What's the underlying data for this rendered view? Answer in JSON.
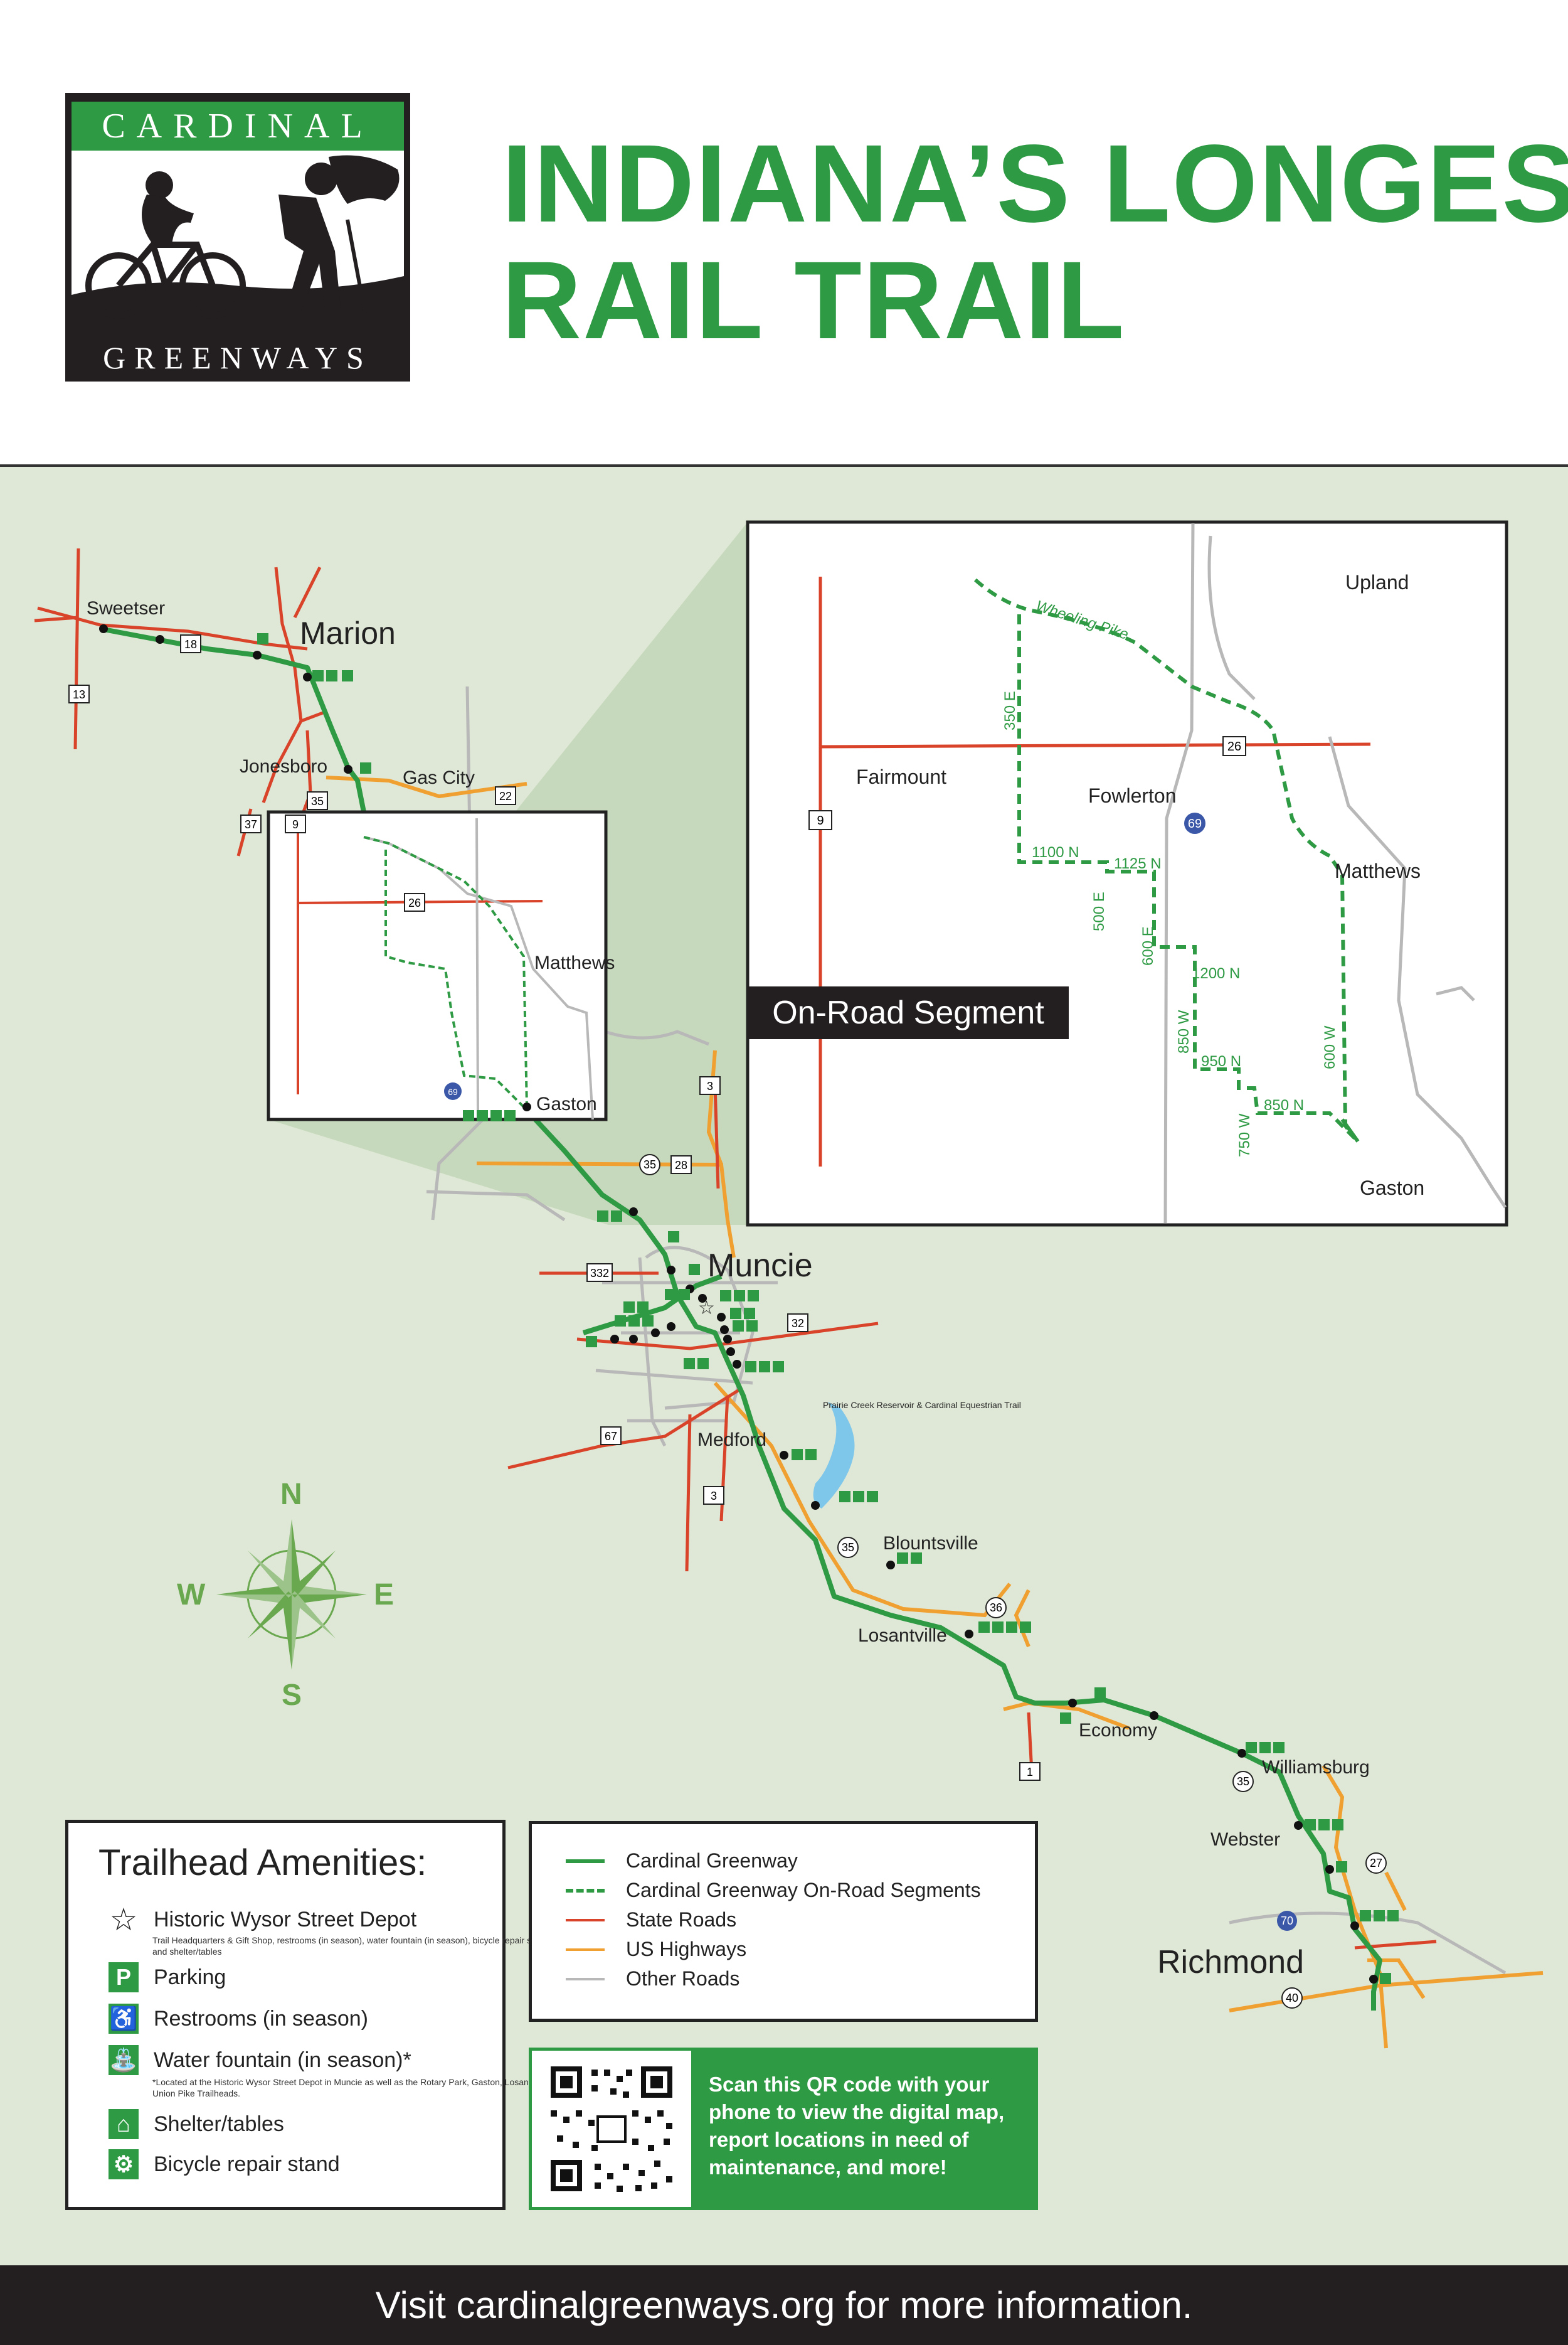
{
  "logo": {
    "top_text": "CARDINAL",
    "bottom_text": "GREENWAYS"
  },
  "headline": {
    "line1": "INDIANA’S LONGEST",
    "line2": "RAIL TRAIL"
  },
  "colors": {
    "trail_green": "#2e9a44",
    "state_road": "#d9432a",
    "us_highway": "#f0a030",
    "other_road": "#b8b8b8",
    "map_bg": "#dfe8d6"
  },
  "map": {
    "towns": {
      "sweetser": "Sweetser",
      "marion": "Marion",
      "jonesboro": "Jonesboro",
      "gas_city": "Gas City",
      "matthews": "Matthews",
      "gaston": "Gaston",
      "muncie": "Muncie",
      "medford": "Medford",
      "prairie_creek": "Prairie Creek Reservoir & Cardinal Equestrian Trail",
      "blountsville": "Blountsville",
      "losantville": "Losantville",
      "economy": "Economy",
      "williamsburg": "Williamsburg",
      "webster": "Webster",
      "richmond": "Richmond"
    },
    "route_shields": {
      "r18": "18",
      "r13": "13",
      "r37": "37",
      "r35a": "35",
      "r9": "9",
      "r22": "22",
      "r26": "26",
      "r69": "69",
      "r3a": "3",
      "r35b": "35",
      "r28": "28",
      "r332": "332",
      "r32": "32",
      "r67": "67",
      "r3b": "3",
      "r35c": "35",
      "r36": "36",
      "r1": "1",
      "r35d": "35",
      "r27": "27",
      "r70": "70",
      "r40": "40"
    }
  },
  "inset": {
    "title": "On-Road Segment",
    "places": {
      "upland": "Upland",
      "fairmount": "Fairmount",
      "fowlerton": "Fowlerton",
      "matthews": "Matthews",
      "gaston": "Gaston"
    },
    "road_labels": {
      "wheeling_pike": "Wheeling Pike",
      "e350": "350 E",
      "n1100": "1100 N",
      "n1125": "1125 N",
      "e500": "500 E",
      "e600": "600 E",
      "n1200": "1200 N",
      "w850": "850 W",
      "n950": "950 N",
      "w750": "750 W",
      "n850": "850 N",
      "w600": "600 W"
    },
    "shields": {
      "r26": "26",
      "r9": "9",
      "r69": "69"
    }
  },
  "compass": {
    "n": "N",
    "s": "S",
    "e": "E",
    "w": "W"
  },
  "amenities": {
    "title": "Trailhead Amenities:",
    "items": [
      {
        "icon": "star-icon",
        "label": "Historic Wysor Street Depot",
        "note": "Trail Headquarters & Gift Shop, restrooms (in season), water fountain (in season), bicycle repair stand, and shelter/tables"
      },
      {
        "icon": "parking-icon",
        "glyph": "P",
        "label": "Parking"
      },
      {
        "icon": "restroom-icon",
        "glyph": "♿",
        "label": "Restrooms (in season)"
      },
      {
        "icon": "water-fountain-icon",
        "glyph": "⛲",
        "label": "Water fountain (in season)*",
        "note": "*Located at the Historic Wysor Street Depot in Muncie as well as the Rotary Park, Gaston, Losantville, and Union Pike Trailheads."
      },
      {
        "icon": "shelter-icon",
        "glyph": "⌂",
        "label": "Shelter/tables"
      },
      {
        "icon": "bicycle-repair-icon",
        "glyph": "⚙",
        "label": "Bicycle repair stand"
      }
    ]
  },
  "legend": {
    "items": [
      {
        "label": "Cardinal Greenway",
        "color": "#2e9a44",
        "style": "solid"
      },
      {
        "label": "Cardinal Greenway On-Road Segments",
        "color": "#2e9a44",
        "style": "dashed"
      },
      {
        "label": "State Roads",
        "color": "#d9432a",
        "style": "solid"
      },
      {
        "label": "US Highways",
        "color": "#f0a030",
        "style": "solid"
      },
      {
        "label": "Other Roads",
        "color": "#b8b8b8",
        "style": "solid"
      }
    ]
  },
  "qr": {
    "text": "Scan this QR code with your phone to view the digital map, report locations in need of maintenance, and more!"
  },
  "footer": {
    "text": "Visit cardinalgreenways.org for more information."
  }
}
